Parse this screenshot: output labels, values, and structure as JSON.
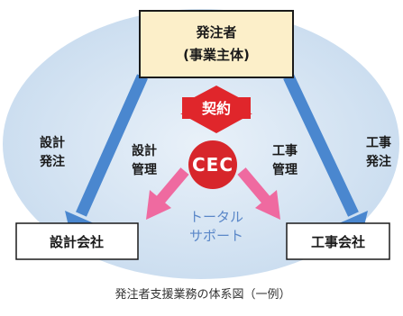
{
  "owner_box": {
    "line1": "発注者",
    "line2": "(事業主体)"
  },
  "contract_label": "契約",
  "cec_label": "CEC",
  "left_outer": {
    "line1": "設計",
    "line2": "発注"
  },
  "left_inner": {
    "line1": "設計",
    "line2": "管理"
  },
  "right_inner": {
    "line1": "工事",
    "line2": "管理"
  },
  "right_outer": {
    "line1": "工事",
    "line2": "発注"
  },
  "total_support": {
    "line1": "トータル",
    "line2": "サポート"
  },
  "design_company": "設計会社",
  "construction_company": "工事会社",
  "caption": "発注者支援業務の体系図（一例）",
  "colors": {
    "background_ellipse": "#cfe0f0",
    "owner_box_fill": "#fcefc9",
    "blue_arrow": "#4a87cf",
    "pink_arrow": "#ef6aa0",
    "red": "#e0262b"
  }
}
